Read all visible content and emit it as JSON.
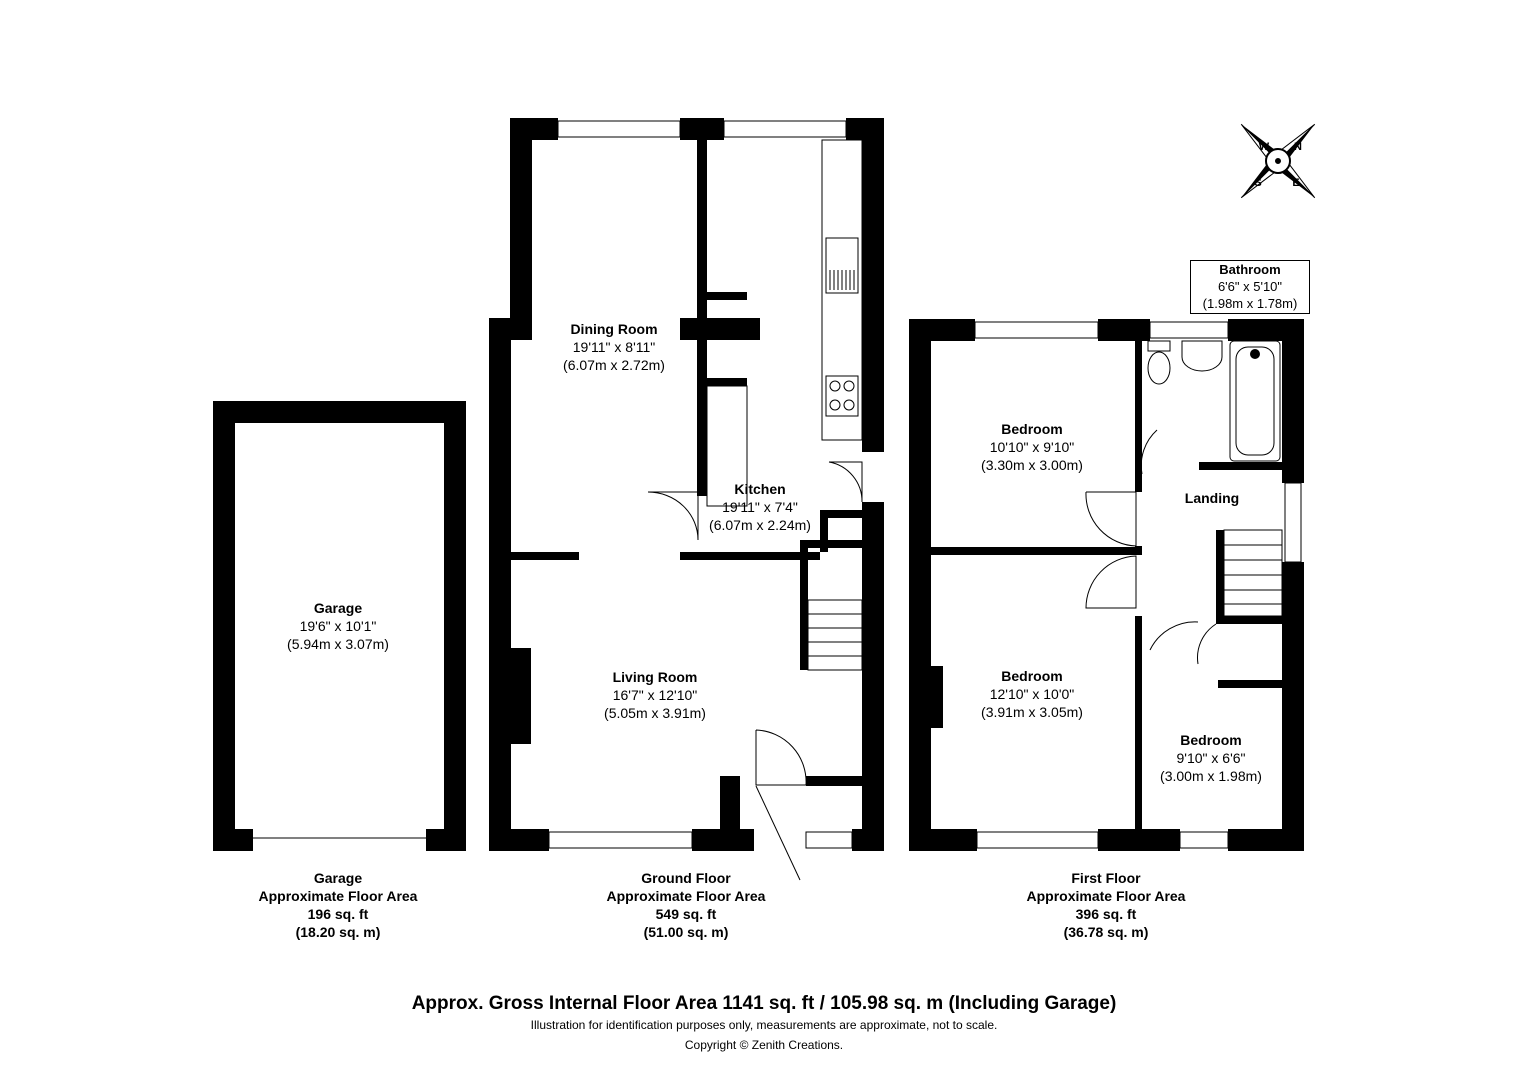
{
  "rooms": {
    "dining": {
      "name": "Dining Room",
      "imperial": "19'11\" x 8'11\"",
      "metric": "(6.07m x 2.72m)"
    },
    "kitchen": {
      "name": "Kitchen",
      "imperial": "19'11\" x 7'4\"",
      "metric": "(6.07m x 2.24m)"
    },
    "living": {
      "name": "Living Room",
      "imperial": "16'7\" x 12'10\"",
      "metric": "(5.05m x 3.91m)"
    },
    "garage": {
      "name": "Garage",
      "imperial": "19'6\" x 10'1\"",
      "metric": "(5.94m x 3.07m)"
    },
    "bathroom": {
      "name": "Bathroom",
      "imperial": "6'6\" x 5'10\"",
      "metric": "(1.98m x 1.78m)"
    },
    "bedroom1": {
      "name": "Bedroom",
      "imperial": "10'10\" x 9'10\"",
      "metric": "(3.30m x 3.00m)"
    },
    "landing": {
      "name": "Landing"
    },
    "bedroom2": {
      "name": "Bedroom",
      "imperial": "12'10\" x 10'0\"",
      "metric": "(3.91m x 3.05m)"
    },
    "bedroom3": {
      "name": "Bedroom",
      "imperial": "9'10\" x 6'6\"",
      "metric": "(3.00m x 1.98m)"
    }
  },
  "floors": {
    "garage": {
      "line1": "Garage",
      "line2": "Approximate Floor Area",
      "line3": "196 sq. ft",
      "line4": "(18.20 sq. m)"
    },
    "ground": {
      "line1": "Ground Floor",
      "line2": "Approximate Floor Area",
      "line3": "549 sq. ft",
      "line4": "(51.00 sq. m)"
    },
    "first": {
      "line1": "First Floor",
      "line2": "Approximate Floor Area",
      "line3": "396 sq. ft",
      "line4": "(36.78 sq. m)"
    }
  },
  "compass": {
    "n": "N",
    "e": "E",
    "s": "S",
    "w": "W"
  },
  "footer": {
    "gross": "Approx. Gross Internal Floor Area 1141 sq. ft / 105.98 sq. m (Including Garage)",
    "disclaimer": "Illustration for identification purposes only, measurements are approximate, not to scale.",
    "copyright": "Copyright © Zenith Creations."
  },
  "colors": {
    "wall": "#000000",
    "background": "#ffffff"
  }
}
